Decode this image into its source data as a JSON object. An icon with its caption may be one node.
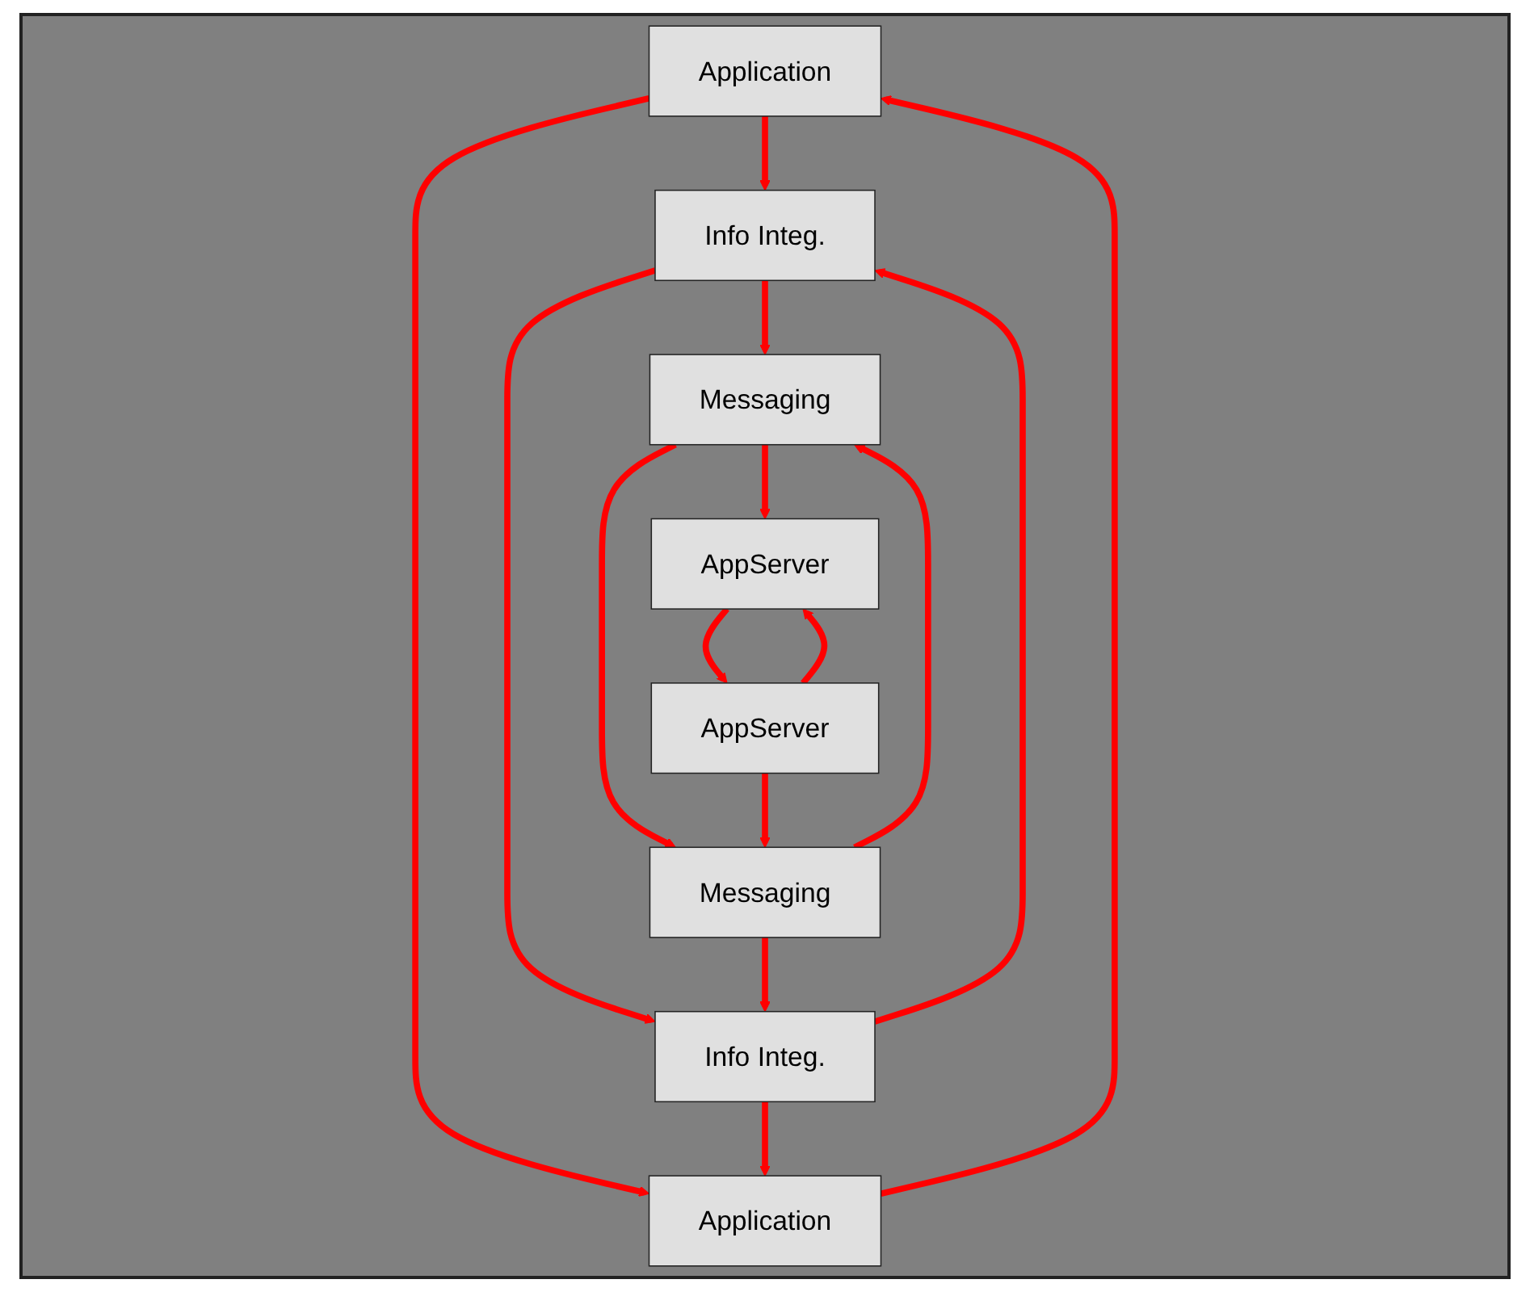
{
  "diagram": {
    "nodes": [
      {
        "text": [
          "Application"
        ]
      },
      {
        "text": [
          "Application"
        ]
      },
      {
        "text": [
          "Info Integ."
        ]
      },
      {
        "text": [
          "Info Integ."
        ]
      },
      {
        "text": [
          "Messaging"
        ]
      },
      {
        "text": [
          "Messaging"
        ]
      },
      {
        "text": [
          "AppServer"
        ]
      },
      {
        "text": [
          "AppServer"
        ]
      }
    ],
    "edges": [
      {
        "from": 0,
        "to": 1,
        "arrow": "to"
      },
      {
        "from": 1,
        "to": 0,
        "arrow": "to"
      },
      {
        "from": 0,
        "to": 2,
        "arrow": "to"
      },
      {
        "from": 2,
        "to": 3,
        "arrow": "to"
      },
      {
        "from": 3,
        "to": 2,
        "arrow": "to"
      },
      {
        "from": 3,
        "to": 1,
        "arrow": "to"
      },
      {
        "from": 2,
        "to": 4,
        "arrow": "to"
      },
      {
        "from": 4,
        "to": 5,
        "arrow": "to"
      },
      {
        "from": 5,
        "to": 4,
        "arrow": "to"
      },
      {
        "from": 5,
        "to": 3,
        "arrow": "to"
      },
      {
        "from": 4,
        "to": 6,
        "arrow": "to"
      },
      {
        "from": 6,
        "to": 7,
        "arrow": "to"
      },
      {
        "from": 7,
        "to": 6,
        "arrow": "to"
      },
      {
        "from": 7,
        "to": 5,
        "arrow": "to"
      }
    ]
  }
}
